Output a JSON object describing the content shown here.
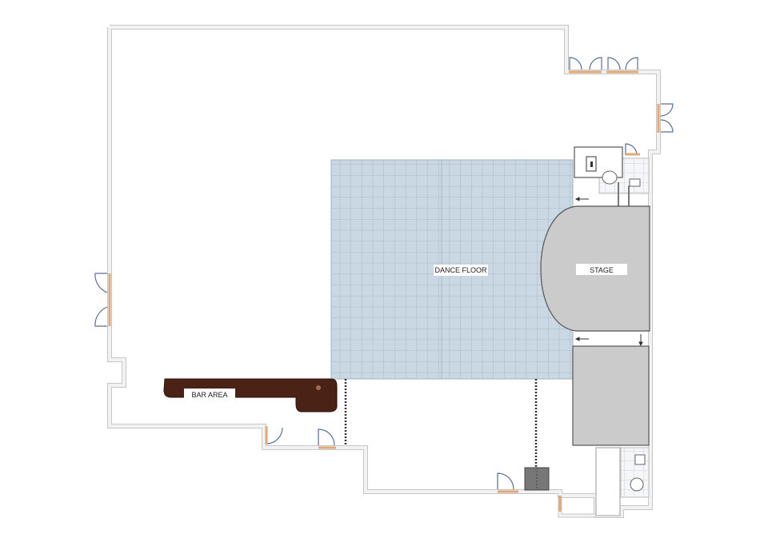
{
  "labels": {
    "dance_floor": "DANCE FLOOR",
    "stage": "STAGE",
    "bar_area": "BAR AREA"
  },
  "colors": {
    "wall_fill": "#f2f2f2",
    "wall_stroke": "#c6c6c6",
    "door": "#e2a878",
    "door_swing": "#5a6f9a",
    "dance_floor": "#c9d8e3",
    "dance_floor_grid": "#9fb2c2",
    "stage": "#cbcbcb",
    "bar": "#4a2216"
  },
  "icons": {
    "door": "door-swing-icon",
    "toilet": "toilet-icon",
    "sink": "sink-icon",
    "arrow": "arrow-icon"
  }
}
